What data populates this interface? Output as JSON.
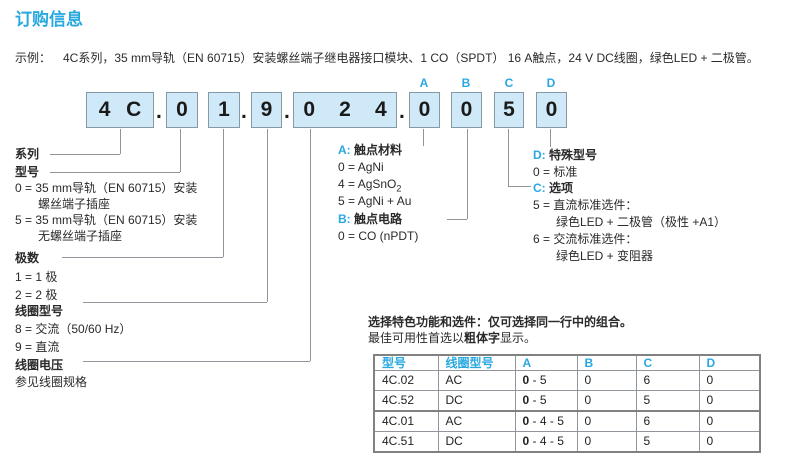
{
  "page": {
    "title": "订购信息",
    "example_label": "示例：",
    "example_text": "4C系列，35 mm导轨（EN 60715）安装螺丝端子继电器接口模块、1 CO（SPDT） 16 A触点，24 V DC线圈，绿色LED + 二极管。"
  },
  "colors": {
    "accent": "#29a8e0",
    "box_fill": "#cfe9f8",
    "box_border": "#8899a6",
    "connector_line": "#8f959a",
    "table_border": "#818181",
    "text": "#2a2a2a"
  },
  "part_code": {
    "segments": [
      "4C",
      "0",
      "1",
      "9",
      "024",
      "0",
      "0",
      "5",
      "0"
    ],
    "separator": ".",
    "code_letters": [
      "A",
      "B",
      "C",
      "D"
    ]
  },
  "sections": {
    "series": {
      "label": "系列"
    },
    "type": {
      "label": "型号",
      "line1": "0 = 35 mm导轨（EN 60715）安装",
      "line2": "螺丝端子插座",
      "line3": "5 = 35 mm导轨（EN 60715）安装",
      "line4": "无螺丝端子插座"
    },
    "poles": {
      "label": "极数",
      "line1": "1 = 1 极",
      "line2": "2 = 2 极"
    },
    "coil_version": {
      "label": "线圈型号",
      "line1": "8 = 交流（50/60 Hz）",
      "line2": "9 = 直流"
    },
    "coil_voltage": {
      "label": "线圈电压",
      "line1": "参见线圈规格"
    },
    "a": {
      "prefix": "A:",
      "title": "触点材料",
      "item1": "0 = AgNi",
      "item2_main": "4 = AgSnO",
      "item2_sub": "2",
      "item3": "5 = AgNi + Au"
    },
    "b": {
      "prefix": "B:",
      "title": "触点电路",
      "item1": "0 = CO (nPDT)"
    },
    "d": {
      "prefix": "D:",
      "title": "特殊型号",
      "item1": "0 = 标准"
    },
    "c": {
      "prefix": "C:",
      "title": "选项",
      "item1": "5 = 直流标准选件：",
      "item1b": "绿色LED + 二极管（极性 +A1）",
      "item2": "6 = 交流标准选件：",
      "item2b": "绿色LED + 变阻器"
    }
  },
  "note": {
    "line1": "选择特色功能和选件：仅可选择同一行中的组合。",
    "line2_pre": "最佳可用性首选以",
    "line2_bold": "粗体字",
    "line2_post": "显示。"
  },
  "table": {
    "headers": [
      "型号",
      "线圈型号",
      "A",
      "B",
      "C",
      "D"
    ],
    "rows": [
      {
        "model": "4C.02",
        "coil": "AC",
        "a_bold": "0",
        "a_rest": " - 5",
        "b": "0",
        "c": "6",
        "d": "0"
      },
      {
        "model": "4C.52",
        "coil": "DC",
        "a_bold": "0",
        "a_rest": " - 5",
        "b": "0",
        "c": "5",
        "d": "0"
      },
      {
        "model": "4C.01",
        "coil": "AC",
        "a_bold": "0",
        "a_rest": " - 4 - 5",
        "b": "0",
        "c": "6",
        "d": "0"
      },
      {
        "model": "4C.51",
        "coil": "DC",
        "a_bold": "0",
        "a_rest": " - 4 - 5",
        "b": "0",
        "c": "5",
        "d": "0"
      }
    ]
  }
}
